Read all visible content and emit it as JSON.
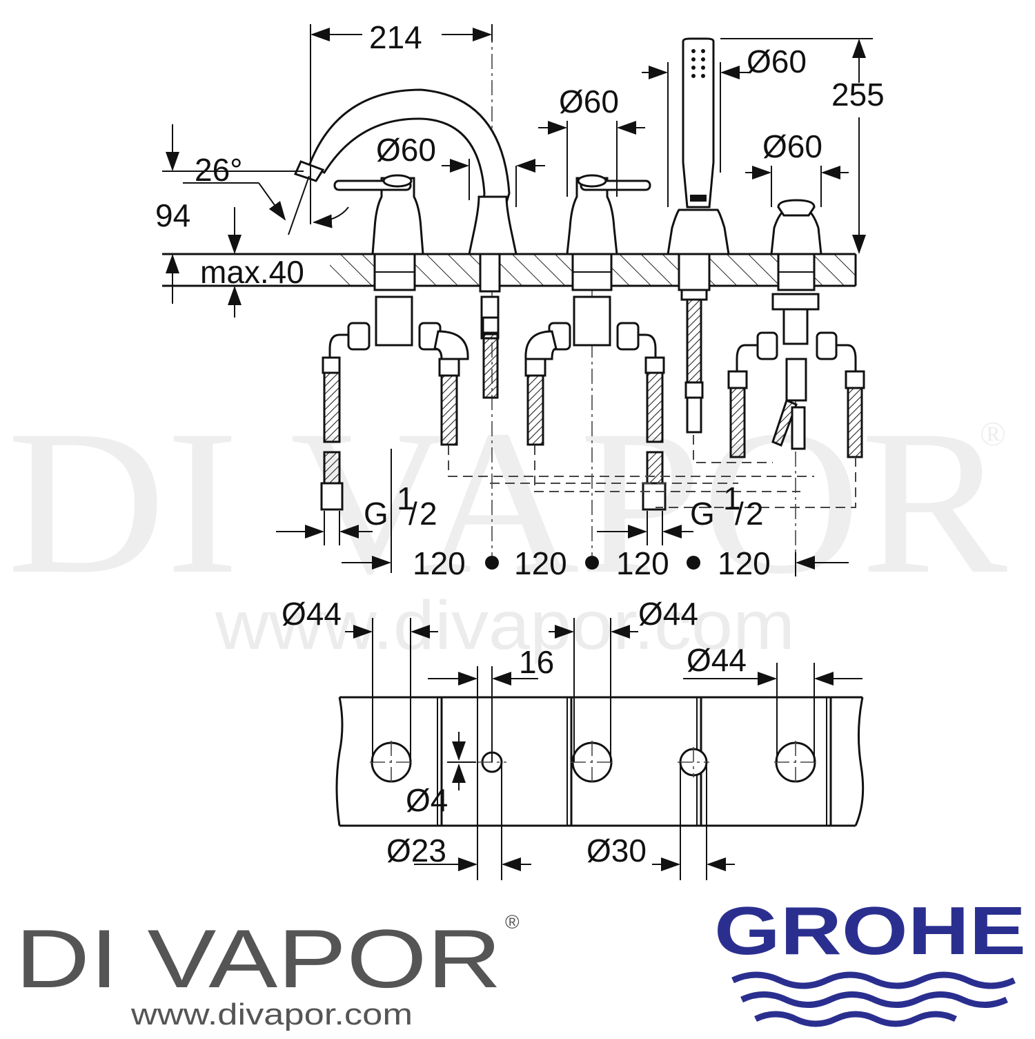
{
  "watermark": {
    "brand": "DI VAPOR",
    "registered": "®",
    "url": "www.divapor.com"
  },
  "dimensions": {
    "spout_reach": "214",
    "handshower_height": "255",
    "spout_height": "94",
    "spout_angle": "26°",
    "deck_thickness": "max.40",
    "dia_handshower": "Ø60",
    "dia_spout": "Ø60",
    "dia_left_handle": "Ø60",
    "dia_diverter": "Ø60",
    "thread_left": "G",
    "thread_right": "G",
    "thread_num": "1",
    "thread_den": "2",
    "spacing": [
      "120",
      "120",
      "120",
      "120"
    ],
    "hole_dia_left": "Ø44",
    "hole_dia_mid": "Ø44",
    "hole_dia_right": "Ø44",
    "offset": "16",
    "small_hole": "Ø4",
    "hole_23": "Ø23",
    "hole_30": "Ø30"
  },
  "logos": {
    "divapor": {
      "name": "DI VAPOR",
      "registered": "®",
      "url": "www.divapor.com",
      "color": "#555555"
    },
    "grohe": {
      "name": "GROHE",
      "color": "#2a2f8f"
    }
  }
}
